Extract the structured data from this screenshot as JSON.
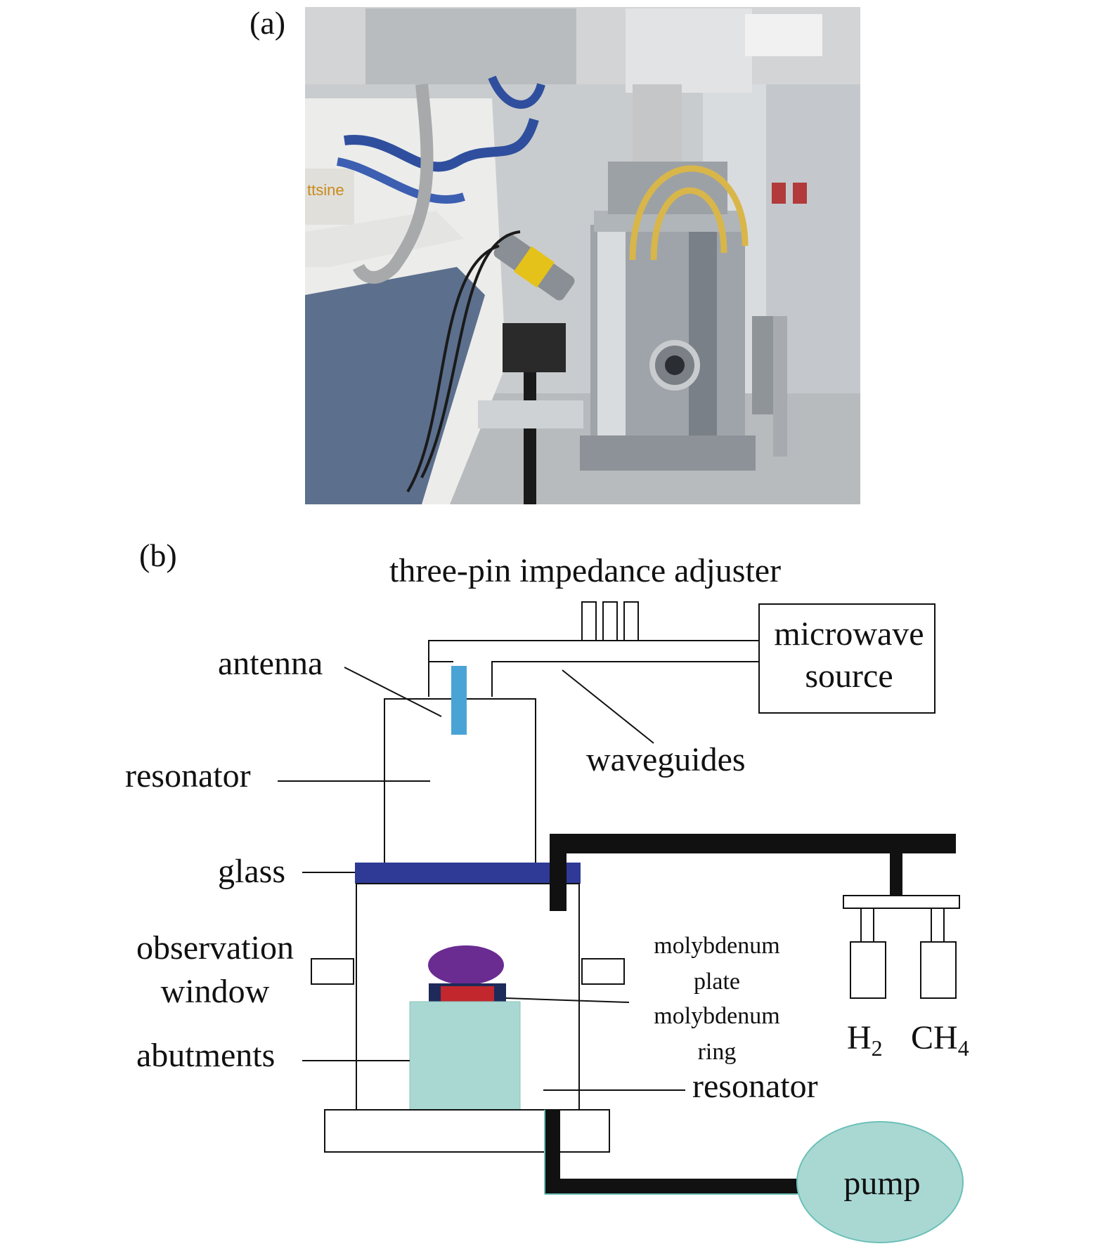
{
  "panel_a": {
    "label": "(a)",
    "brand_text": "ttsine"
  },
  "panel_b": {
    "label": "(b)",
    "labels": {
      "three_pin": "three-pin impedance adjuster",
      "microwave_line1": "microwave",
      "microwave_line2": "source",
      "antenna": "antenna",
      "waveguides": "waveguides",
      "resonator_top": "resonator",
      "glass": "glass",
      "observation_line1": "observation",
      "observation_line2": "window",
      "molybdenum_plate_line1": "molybdenum",
      "molybdenum_plate_line2": "plate",
      "molybdenum_ring_line1": "molybdenum",
      "molybdenum_ring_line2": "ring",
      "abutments": "abutments",
      "resonator_bottom": "resonator",
      "pump": "pump",
      "gas1_main": "H",
      "gas1_sub": "2",
      "gas2_main": "CH",
      "gas2_sub": "4"
    },
    "colors": {
      "antenna": "#4aa3d6",
      "glass": "#2e3a96",
      "plate": "#6a2c91",
      "ring": "#c1272d",
      "ring_caps": "#1e2a5a",
      "abutment": "#a9d8d3",
      "pump": "#a9d8d3",
      "pipe": "#111111"
    }
  }
}
